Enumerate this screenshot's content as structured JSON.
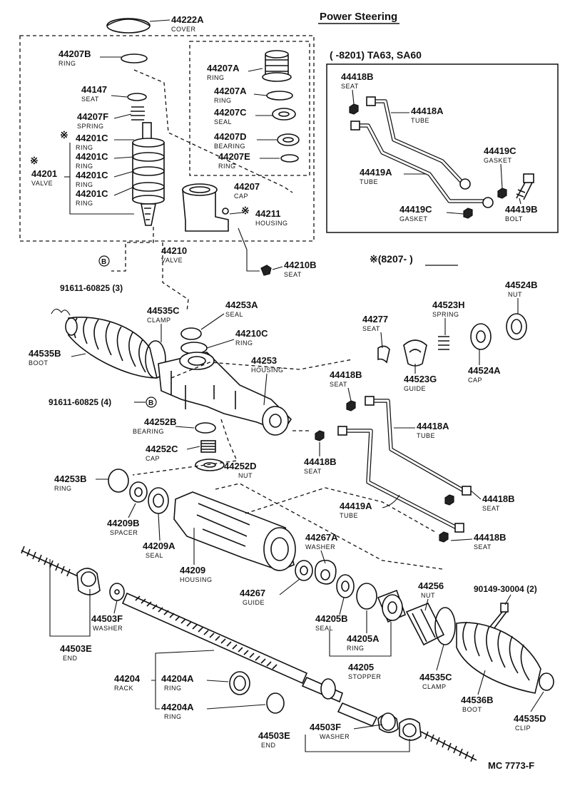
{
  "title": "Power Steering",
  "code": "MC 7773-F",
  "variant_a": "(     -8201) TA63, SA60",
  "variant_b": "※(8207-     )",
  "bolt_ref": "91611-60825 (3)",
  "bolt_ref2": "91611-60825 (4)",
  "bolt_ref3": "90149-30004 (2)",
  "b_marker": "B",
  "star": "※",
  "labels": [
    {
      "id": "44222A",
      "name": "COVER"
    },
    {
      "id": "44207B",
      "name": "RING"
    },
    {
      "id": "44147",
      "name": "SEAT"
    },
    {
      "id": "44207F",
      "name": "SPRING"
    },
    {
      "id": "44201C",
      "name": "RING"
    },
    {
      "id": "44201C",
      "name": "RING"
    },
    {
      "id": "44201C",
      "name": "RING"
    },
    {
      "id": "44201C",
      "name": "RING"
    },
    {
      "id": "44201",
      "name": "VALVE"
    },
    {
      "id": "44207A",
      "name": "RING"
    },
    {
      "id": "44207A",
      "name": "RING"
    },
    {
      "id": "44207C",
      "name": "SEAL"
    },
    {
      "id": "44207D",
      "name": "BEARING"
    },
    {
      "id": "44207E",
      "name": "RING"
    },
    {
      "id": "44207",
      "name": "CAP"
    },
    {
      "id": "44211",
      "name": "HOUSING"
    },
    {
      "id": "44210",
      "name": "VALVE"
    },
    {
      "id": "44210B",
      "name": "SEAT"
    },
    {
      "id": "44418B",
      "name": "SEAT"
    },
    {
      "id": "44418A",
      "name": "TUBE"
    },
    {
      "id": "44419C",
      "name": "GASKET"
    },
    {
      "id": "44419A",
      "name": "TUBE"
    },
    {
      "id": "44419C",
      "name": "GASKET"
    },
    {
      "id": "44419B",
      "name": "BOLT"
    },
    {
      "id": "44535C",
      "name": "CLAMP"
    },
    {
      "id": "44253A",
      "name": "SEAL"
    },
    {
      "id": "44210C",
      "name": "RING"
    },
    {
      "id": "44535B",
      "name": "BOOT"
    },
    {
      "id": "44253",
      "name": "HOUSING"
    },
    {
      "id": "44252B",
      "name": "BEARING"
    },
    {
      "id": "44252C",
      "name": "CAP"
    },
    {
      "id": "44252D",
      "name": "NUT"
    },
    {
      "id": "44277",
      "name": "SEAT"
    },
    {
      "id": "44523H",
      "name": "SPRING"
    },
    {
      "id": "44524B",
      "name": "NUT"
    },
    {
      "id": "44523G",
      "name": "GUIDE"
    },
    {
      "id": "44524A",
      "name": "CAP"
    },
    {
      "id": "44418B",
      "name": "SEAT"
    },
    {
      "id": "44418A",
      "name": "TUBE"
    },
    {
      "id": "44418B",
      "name": "SEAT"
    },
    {
      "id": "44253B",
      "name": "RING"
    },
    {
      "id": "44209B",
      "name": "SPACER"
    },
    {
      "id": "44209A",
      "name": "SEAL"
    },
    {
      "id": "44209",
      "name": "HOUSING"
    },
    {
      "id": "44419A",
      "name": "TUBE"
    },
    {
      "id": "44418B",
      "name": "SEAT"
    },
    {
      "id": "44418B",
      "name": "SEAT"
    },
    {
      "id": "44267A",
      "name": "WASHER"
    },
    {
      "id": "44267",
      "name": "GUIDE"
    },
    {
      "id": "44256",
      "name": "NUT"
    },
    {
      "id": "44205B",
      "name": "SEAL"
    },
    {
      "id": "44205A",
      "name": "RING"
    },
    {
      "id": "44205",
      "name": "STOPPER"
    },
    {
      "id": "44503F",
      "name": "WASHER"
    },
    {
      "id": "44503E",
      "name": "END"
    },
    {
      "id": "44535C",
      "name": "CLAMP"
    },
    {
      "id": "44536B",
      "name": "BOOT"
    },
    {
      "id": "44535D",
      "name": "CLIP"
    },
    {
      "id": "44204",
      "name": "RACK"
    },
    {
      "id": "44204A",
      "name": "RING"
    },
    {
      "id": "44204A",
      "name": "RING"
    },
    {
      "id": "44503F",
      "name": "WASHER"
    },
    {
      "id": "44503E",
      "name": "END"
    }
  ]
}
